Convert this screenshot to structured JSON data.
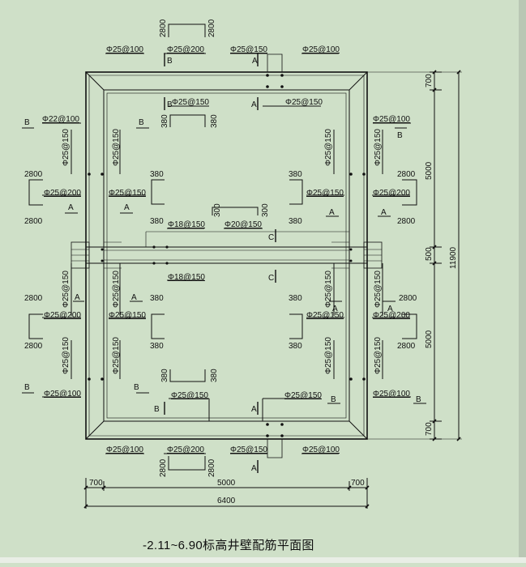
{
  "title": "-2.11~6.90标高井壁配筋平面图",
  "labels": {
    "A": "A",
    "B": "B",
    "C": "C",
    "r25_100": "Φ25@100",
    "r25_200": "Φ25@200",
    "r25_150": "Φ25@150",
    "r22_100": "Φ22@100",
    "r18_150": "Φ18@150",
    "r20_150": "Φ20@150",
    "d2800": "2800",
    "d380": "380",
    "d300": "300",
    "d700": "700",
    "d5000": "5000",
    "d500": "500",
    "d11900": "11900",
    "d6400": "6400"
  },
  "colors": {
    "background": "#cfe0c8",
    "ink": "#111111"
  }
}
